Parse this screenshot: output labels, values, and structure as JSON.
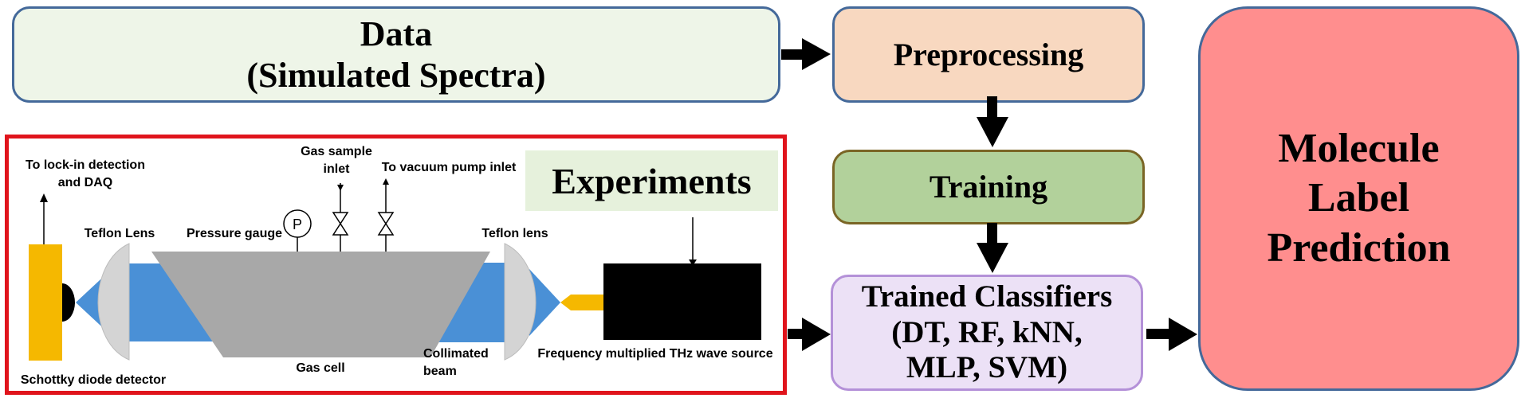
{
  "boxes": {
    "data": {
      "line1": "Data",
      "line2": "(Simulated Spectra)"
    },
    "preprocessing": {
      "label": "Preprocessing"
    },
    "training": {
      "label": "Training"
    },
    "classifiers": {
      "line1": "Trained Classifiers",
      "line2": "(DT, RF, kNN,",
      "line3": "MLP, SVM)"
    },
    "molecule": {
      "line1": "Molecule",
      "line2": "Label",
      "line3": "Prediction"
    }
  },
  "experiments": {
    "title": "Experiments",
    "labels": {
      "lockin_1": "To lock-in detection",
      "lockin_2": "and DAQ",
      "gas_inlet_1": "Gas sample",
      "gas_inlet_2": "inlet",
      "vacuum": "To vacuum pump inlet",
      "teflon_left": "Teflon Lens",
      "pressure_gauge": "Pressure gauge",
      "gauge_symbol": "P",
      "teflon_right": "Teflon lens",
      "schottky": "Schottky diode detector",
      "gas_cell": "Gas cell",
      "collimated_1": "Collimated",
      "collimated_2": "beam",
      "thz_source": "Frequency multiplied THz wave source"
    }
  },
  "colors": {
    "frame_red": "#e0141c",
    "beam_blue": "#4a90d6",
    "gas_cell_gray": "#a8a8a8",
    "detector_yellow": "#f5b800",
    "lens_gray": "#d4d4d4"
  }
}
